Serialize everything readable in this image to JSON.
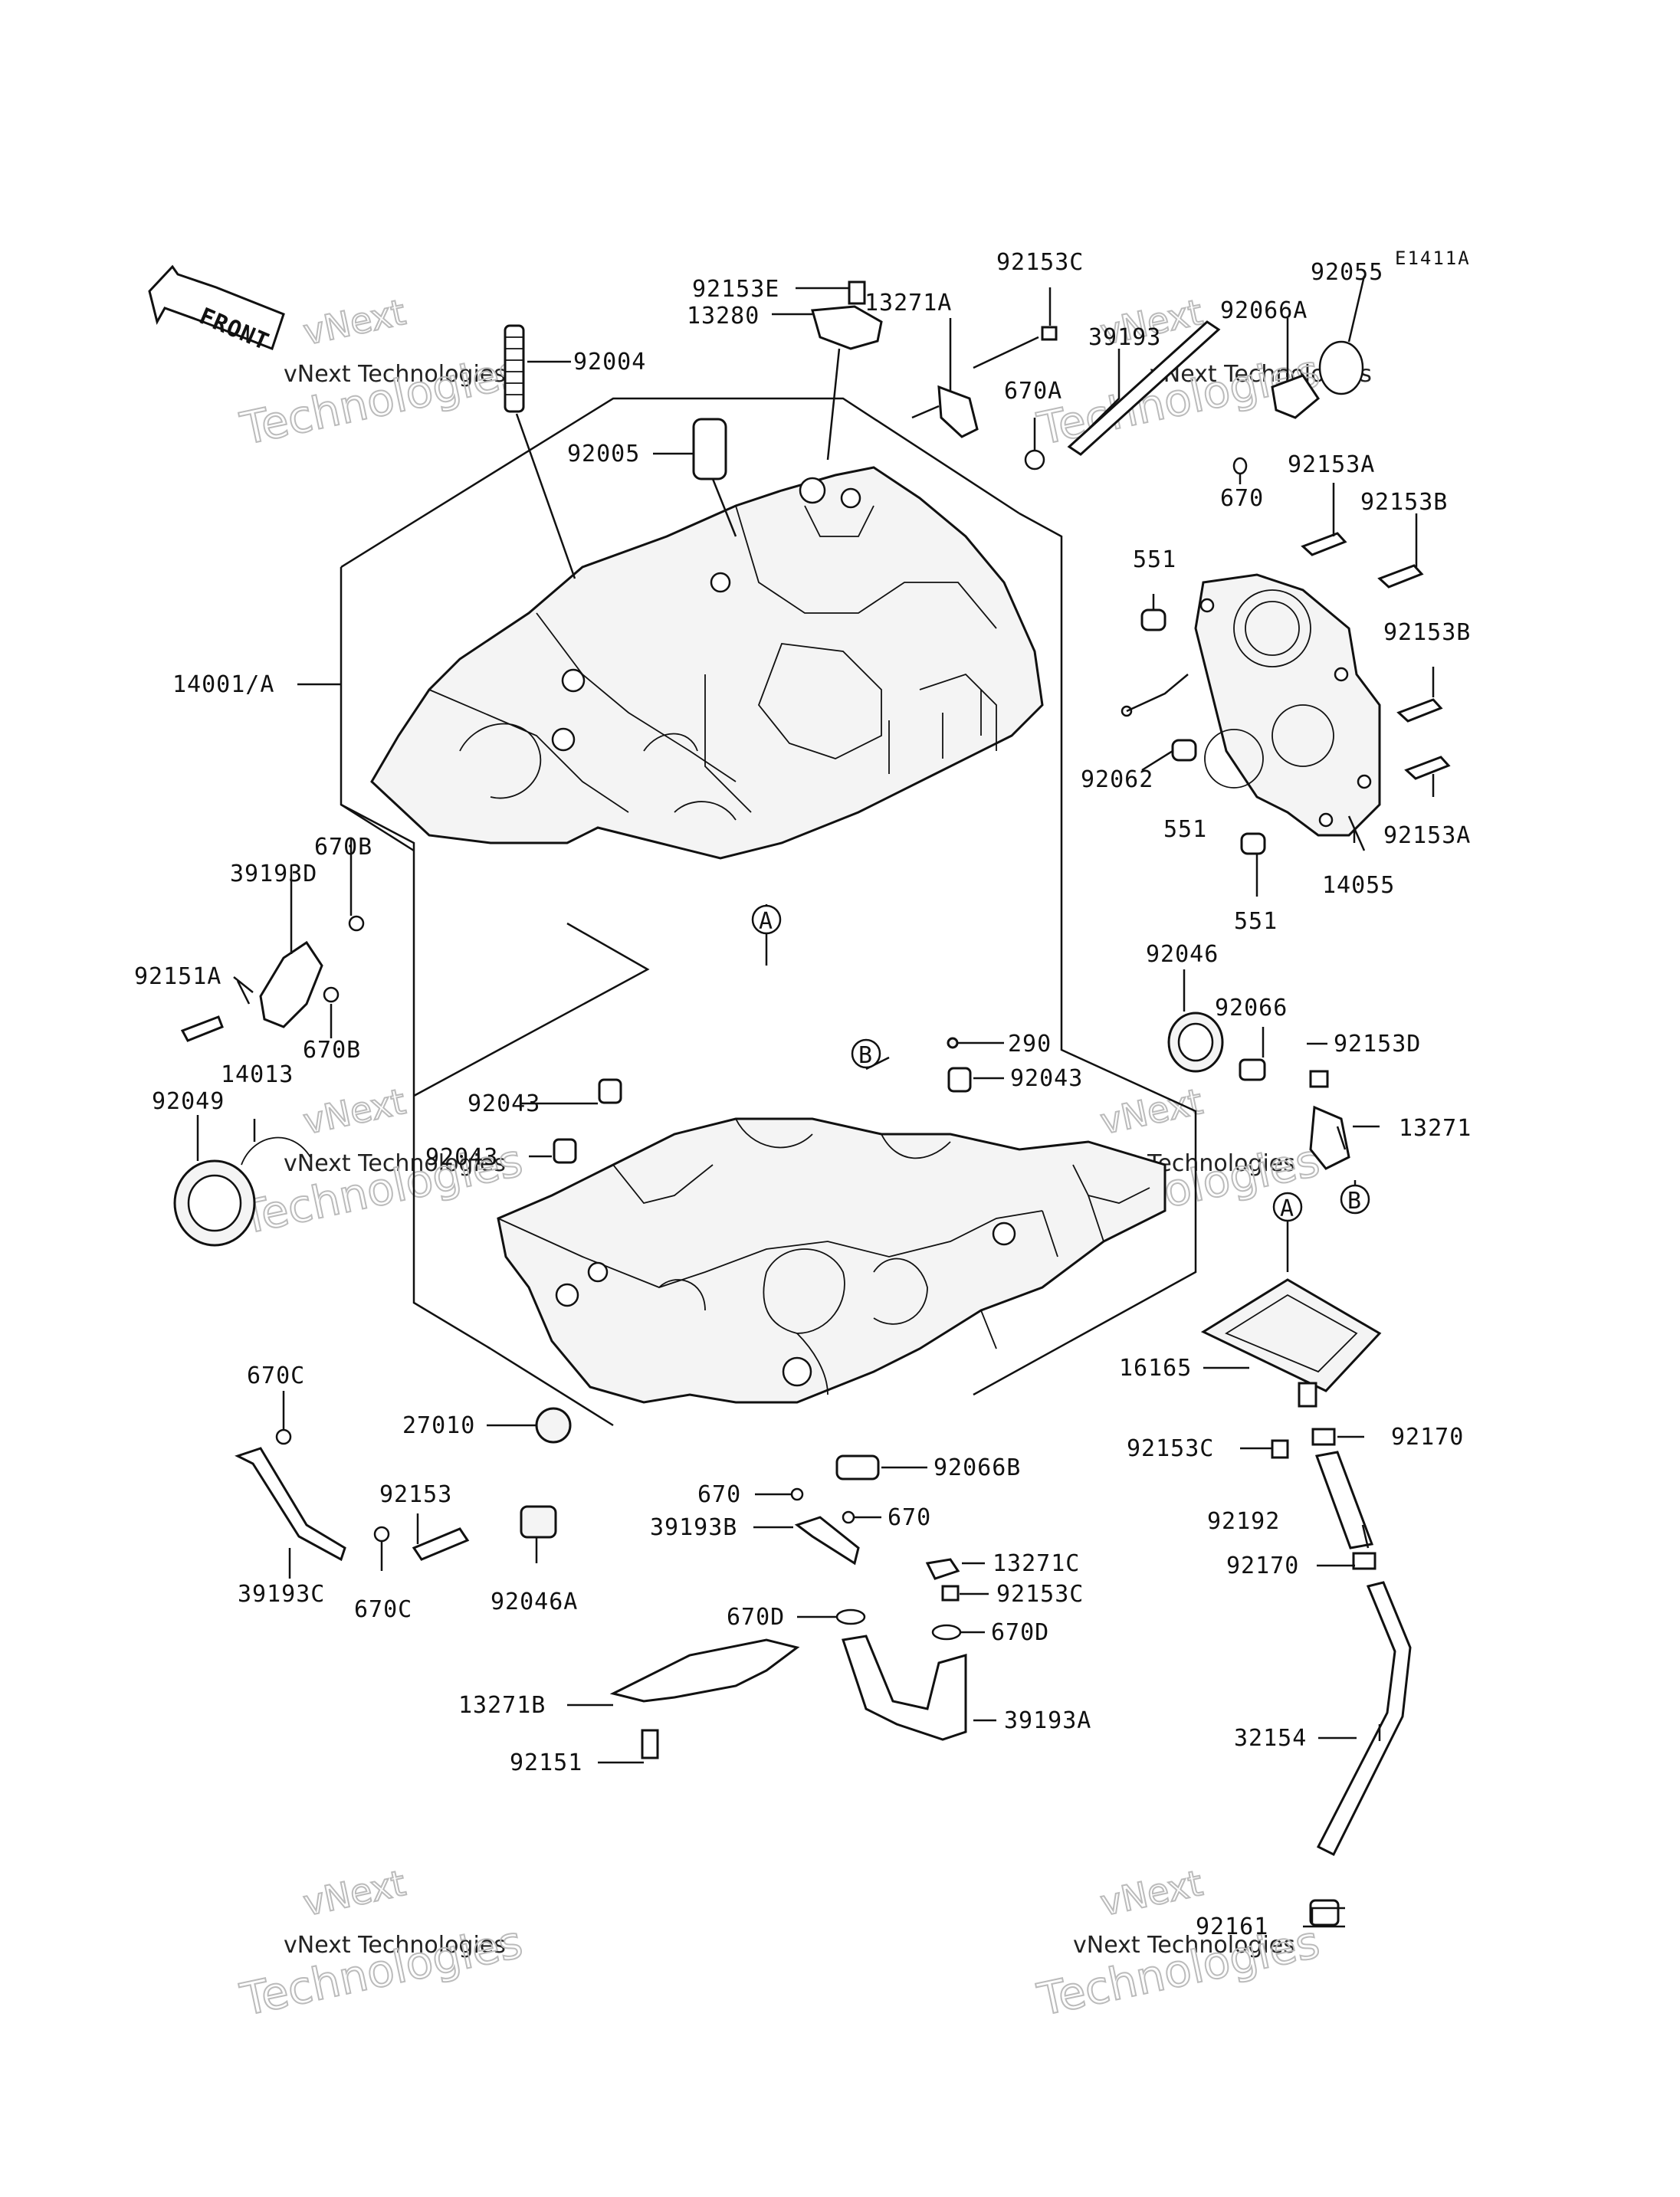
{
  "diagram_code": "E1411A",
  "front_label": "FRONT",
  "watermark": {
    "line1": "vNext",
    "line2": "vNext Technologies",
    "line3": "Technologies"
  },
  "callouts": {
    "A": "A",
    "B": "B"
  },
  "parts": {
    "p92153E": "92153E",
    "p13280": "13280",
    "p92004": "92004",
    "p92005": "92005",
    "p13271A": "13271A",
    "p92153C_top": "92153C",
    "p39193": "39193",
    "p670A": "670A",
    "p92066A": "92066A",
    "p92055": "92055",
    "p670": "670",
    "p92153A_top": "92153A",
    "p92153B_1": "92153B",
    "p551_1": "551",
    "p92153B_2": "92153B",
    "p14001A": "14001/A",
    "p92062": "92062",
    "p551_2": "551",
    "p92153A_2": "92153A",
    "p14055": "14055",
    "p551_3": "551",
    "p670B_1": "670B",
    "p39193D": "39193D",
    "p92151A": "92151A",
    "p670B_2": "670B",
    "p92046": "92046",
    "p92066": "92066",
    "p290": "290",
    "p92153D": "92153D",
    "p92043_1": "92043",
    "p92043_2": "92043",
    "p92043_3": "92043",
    "p13271": "13271",
    "p14013": "14013",
    "p92049": "92049",
    "p16165": "16165",
    "p670C_1": "670C",
    "p27010": "27010",
    "p92153": "92153",
    "p92066B": "92066B",
    "p92153C_2": "92153C",
    "p92170_1": "92170",
    "p670_2": "670",
    "p39193B": "39193B",
    "p670_3": "670",
    "p92192": "92192",
    "p39193C": "39193C",
    "p670C_2": "670C",
    "p92046A": "92046A",
    "p13271C": "13271C",
    "p92153C_3": "92153C",
    "p92170_2": "92170",
    "p670D_1": "670D",
    "p670D_2": "670D",
    "p13271B": "13271B",
    "p39193A": "39193A",
    "p32154": "32154",
    "p92151": "92151",
    "p92161": "92161"
  }
}
